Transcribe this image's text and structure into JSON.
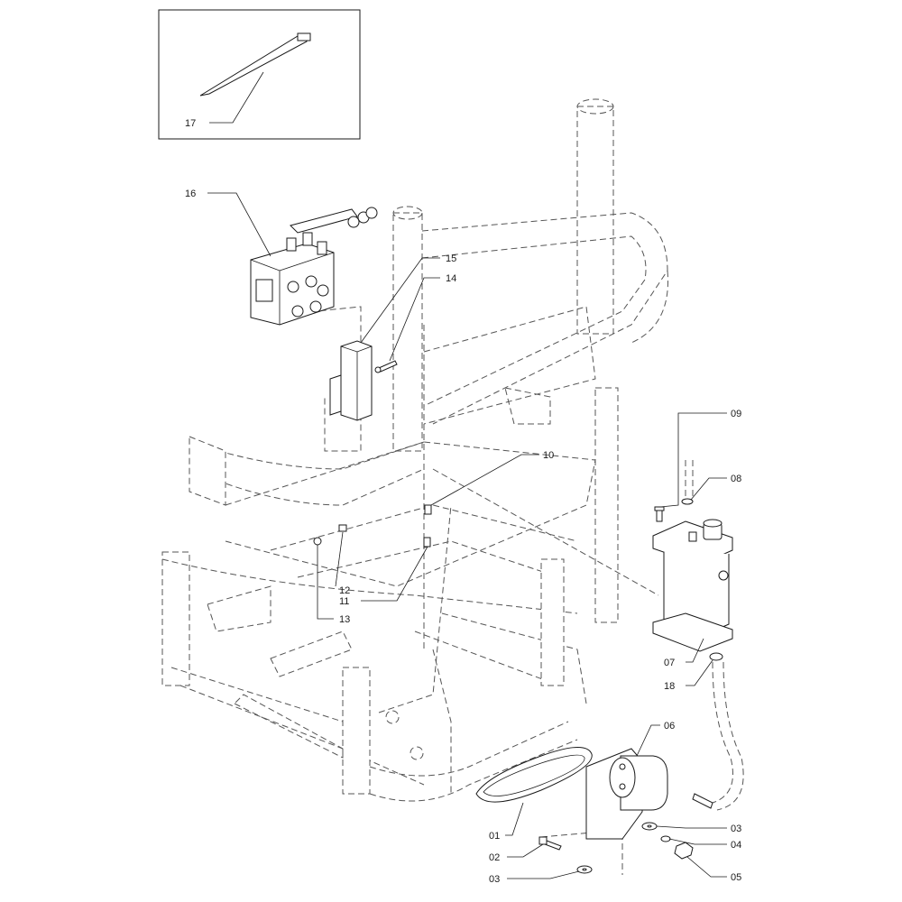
{
  "labels": {
    "p01": "01",
    "p02": "02",
    "p03a": "03",
    "p03b": "03",
    "p04": "04",
    "p05": "05",
    "p06": "06",
    "p07": "07",
    "p08": "08",
    "p09": "09",
    "p10": "10",
    "p11": "11",
    "p12": "12",
    "p13": "13",
    "p14": "14",
    "p15": "15",
    "p16": "16",
    "p17": "17",
    "p18": "18"
  }
}
